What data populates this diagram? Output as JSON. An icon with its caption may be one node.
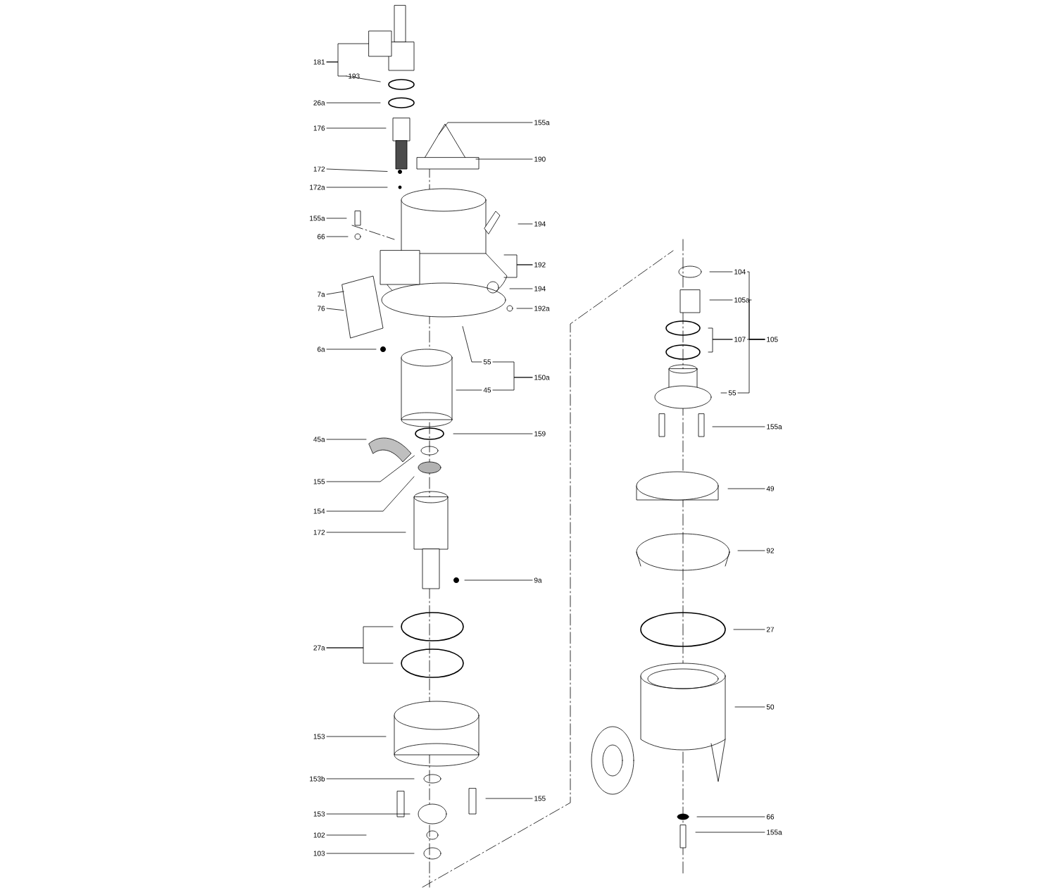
{
  "diagram": {
    "nodes": [
      {
        "text": [
          "181"
        ]
      },
      {
        "text": [
          "193"
        ]
      },
      {
        "text": [
          "26a"
        ]
      },
      {
        "text": [
          "176"
        ]
      },
      {
        "text": [
          "155a"
        ]
      },
      {
        "text": [
          "190"
        ]
      },
      {
        "text": [
          "172"
        ]
      },
      {
        "text": [
          "172a"
        ]
      },
      {
        "text": [
          "155a"
        ]
      },
      {
        "text": [
          "194"
        ]
      },
      {
        "text": [
          "66"
        ]
      },
      {
        "text": [
          "192"
        ]
      },
      {
        "text": [
          "194"
        ]
      },
      {
        "text": [
          "7a"
        ]
      },
      {
        "text": [
          "76"
        ]
      },
      {
        "text": [
          "192a"
        ]
      },
      {
        "text": [
          "6a"
        ]
      },
      {
        "text": [
          "55"
        ]
      },
      {
        "text": [
          "150a"
        ]
      },
      {
        "text": [
          "45"
        ]
      },
      {
        "text": [
          "45a"
        ]
      },
      {
        "text": [
          "159"
        ]
      },
      {
        "text": [
          "155"
        ]
      },
      {
        "text": [
          "154"
        ]
      },
      {
        "text": [
          "172"
        ]
      },
      {
        "text": [
          "9a"
        ]
      },
      {
        "text": [
          "27a"
        ]
      },
      {
        "text": [
          "153"
        ]
      },
      {
        "text": [
          "153b"
        ]
      },
      {
        "text": [
          "155"
        ]
      },
      {
        "text": [
          "153"
        ]
      },
      {
        "text": [
          "102"
        ]
      },
      {
        "text": [
          "103"
        ]
      },
      {
        "text": [
          "104"
        ]
      },
      {
        "text": [
          "105a"
        ]
      },
      {
        "text": [
          "107"
        ]
      },
      {
        "text": [
          "105"
        ]
      },
      {
        "text": [
          "55"
        ]
      },
      {
        "text": [
          "155a"
        ]
      },
      {
        "text": [
          "49"
        ]
      },
      {
        "text": [
          "92"
        ]
      },
      {
        "text": [
          "27"
        ]
      },
      {
        "text": [
          "50"
        ]
      },
      {
        "text": [
          "66"
        ]
      },
      {
        "text": [
          "155a"
        ]
      },
      {
        "text": [],
        "shape": "box"
      }
    ],
    "edges": [
      {
        "from": 0,
        "to": 45,
        "arrow": "none"
      },
      {
        "from": 0,
        "to": 1,
        "arrow": "none"
      },
      {
        "from": 1,
        "to": null,
        "arrow": "none"
      },
      {
        "from": 2,
        "to": null,
        "arrow": "none"
      },
      {
        "from": 3,
        "to": null,
        "arrow": "none"
      },
      {
        "from": 4,
        "to": null,
        "arrow": "none"
      },
      {
        "from": 5,
        "to": null,
        "arrow": "none"
      },
      {
        "from": 6,
        "to": null,
        "arrow": "none"
      },
      {
        "from": 7,
        "to": null,
        "arrow": "none"
      },
      {
        "from": 8,
        "to": null,
        "arrow": "none"
      },
      {
        "from": 9,
        "to": null,
        "arrow": "none"
      },
      {
        "from": 10,
        "to": null,
        "arrow": "none"
      },
      {
        "from": 11,
        "to": null,
        "arrow": "none"
      },
      {
        "from": 11,
        "to": null,
        "arrow": "none"
      },
      {
        "from": 12,
        "to": null,
        "arrow": "none"
      },
      {
        "from": 13,
        "to": null,
        "arrow": "none"
      },
      {
        "from": 14,
        "to": null,
        "arrow": "none"
      },
      {
        "from": 15,
        "to": null,
        "arrow": "none"
      },
      {
        "from": 16,
        "to": null,
        "arrow": "none"
      },
      {
        "from": 17,
        "to": null,
        "arrow": "none"
      },
      {
        "from": 19,
        "to": null,
        "arrow": "none"
      },
      {
        "from": 18,
        "to": 17,
        "arrow": "none"
      },
      {
        "from": 18,
        "to": 19,
        "arrow": "none"
      },
      {
        "from": 20,
        "to": null,
        "arrow": "none"
      },
      {
        "from": 21,
        "to": null,
        "arrow": "none"
      },
      {
        "from": 22,
        "to": null,
        "arrow": "none"
      },
      {
        "from": 23,
        "to": null,
        "arrow": "none"
      },
      {
        "from": 24,
        "to": null,
        "arrow": "none"
      },
      {
        "from": 25,
        "to": null,
        "arrow": "none"
      },
      {
        "from": 26,
        "to": null,
        "arrow": "none"
      },
      {
        "from": 26,
        "to": null,
        "arrow": "none"
      },
      {
        "from": 27,
        "to": null,
        "arrow": "none"
      },
      {
        "from": 28,
        "to": null,
        "arrow": "none"
      },
      {
        "from": 29,
        "to": null,
        "arrow": "none"
      },
      {
        "from": 30,
        "to": null,
        "arrow": "none"
      },
      {
        "from": 31,
        "to": null,
        "arrow": "none"
      },
      {
        "from": 32,
        "to": null,
        "arrow": "none"
      },
      {
        "from": 33,
        "to": null,
        "arrow": "none"
      },
      {
        "from": 34,
        "to": null,
        "arrow": "none"
      },
      {
        "from": 35,
        "to": null,
        "arrow": "none"
      },
      {
        "from": 35,
        "to": null,
        "arrow": "none"
      },
      {
        "from": 36,
        "to": 33,
        "arrow": "none"
      },
      {
        "from": 36,
        "to": 34,
        "arrow": "none"
      },
      {
        "from": 36,
        "to": 35,
        "arrow": "none"
      },
      {
        "from": 36,
        "to": 37,
        "arrow": "none"
      },
      {
        "from": 37,
        "to": null,
        "arrow": "none"
      },
      {
        "from": 38,
        "to": null,
        "arrow": "none"
      },
      {
        "from": 39,
        "to": null,
        "arrow": "none"
      },
      {
        "from": 40,
        "to": null,
        "arrow": "none"
      },
      {
        "from": 41,
        "to": null,
        "arrow": "none"
      },
      {
        "from": 42,
        "to": null,
        "arrow": "none"
      },
      {
        "from": 43,
        "to": null,
        "arrow": "none"
      },
      {
        "from": 44,
        "to": null,
        "arrow": "none"
      }
    ]
  }
}
